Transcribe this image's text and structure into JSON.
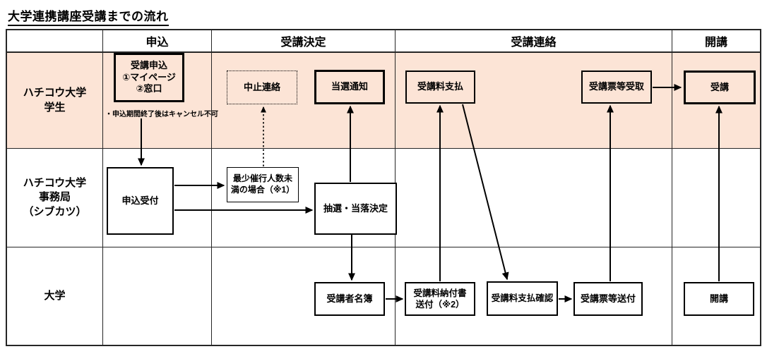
{
  "title": "大学連携講座受講までの流れ",
  "colors": {
    "student_row_bg": "#fce4d6",
    "grid_line": "#262626",
    "arrow": "#000000"
  },
  "header": {
    "columns": [
      "",
      "申込",
      "受講決定",
      "受講連絡",
      "開講"
    ]
  },
  "rows": [
    {
      "label": "ハチコウ大学\n学生"
    },
    {
      "label": "ハチコウ大学\n事務局\n（シブカツ）"
    },
    {
      "label": "大学"
    }
  ],
  "nodes": {
    "apply": {
      "label": "受講申込\n①マイページ\n②窓口"
    },
    "apply_note": "・申込期間終了後はキャンセル不可",
    "cancel": {
      "label": "中止連絡"
    },
    "win": {
      "label": "当選通知"
    },
    "pay": {
      "label": "受講料支払"
    },
    "ticket_receive": {
      "label": "受講票等受取"
    },
    "attend": {
      "label": "受講"
    },
    "reception": {
      "label": "申込受付"
    },
    "min_number": {
      "label": "最少催行人数未\n満の場合（※1）"
    },
    "lottery": {
      "label": "抽選・当落決定"
    },
    "roster": {
      "label": "受講者名簿"
    },
    "invoice": {
      "label": "受講料納付書\n送付（※2）"
    },
    "pay_confirm": {
      "label": "受講料支払確認"
    },
    "ticket_send": {
      "label": "受講票等送付"
    },
    "open": {
      "label": "開講"
    }
  }
}
